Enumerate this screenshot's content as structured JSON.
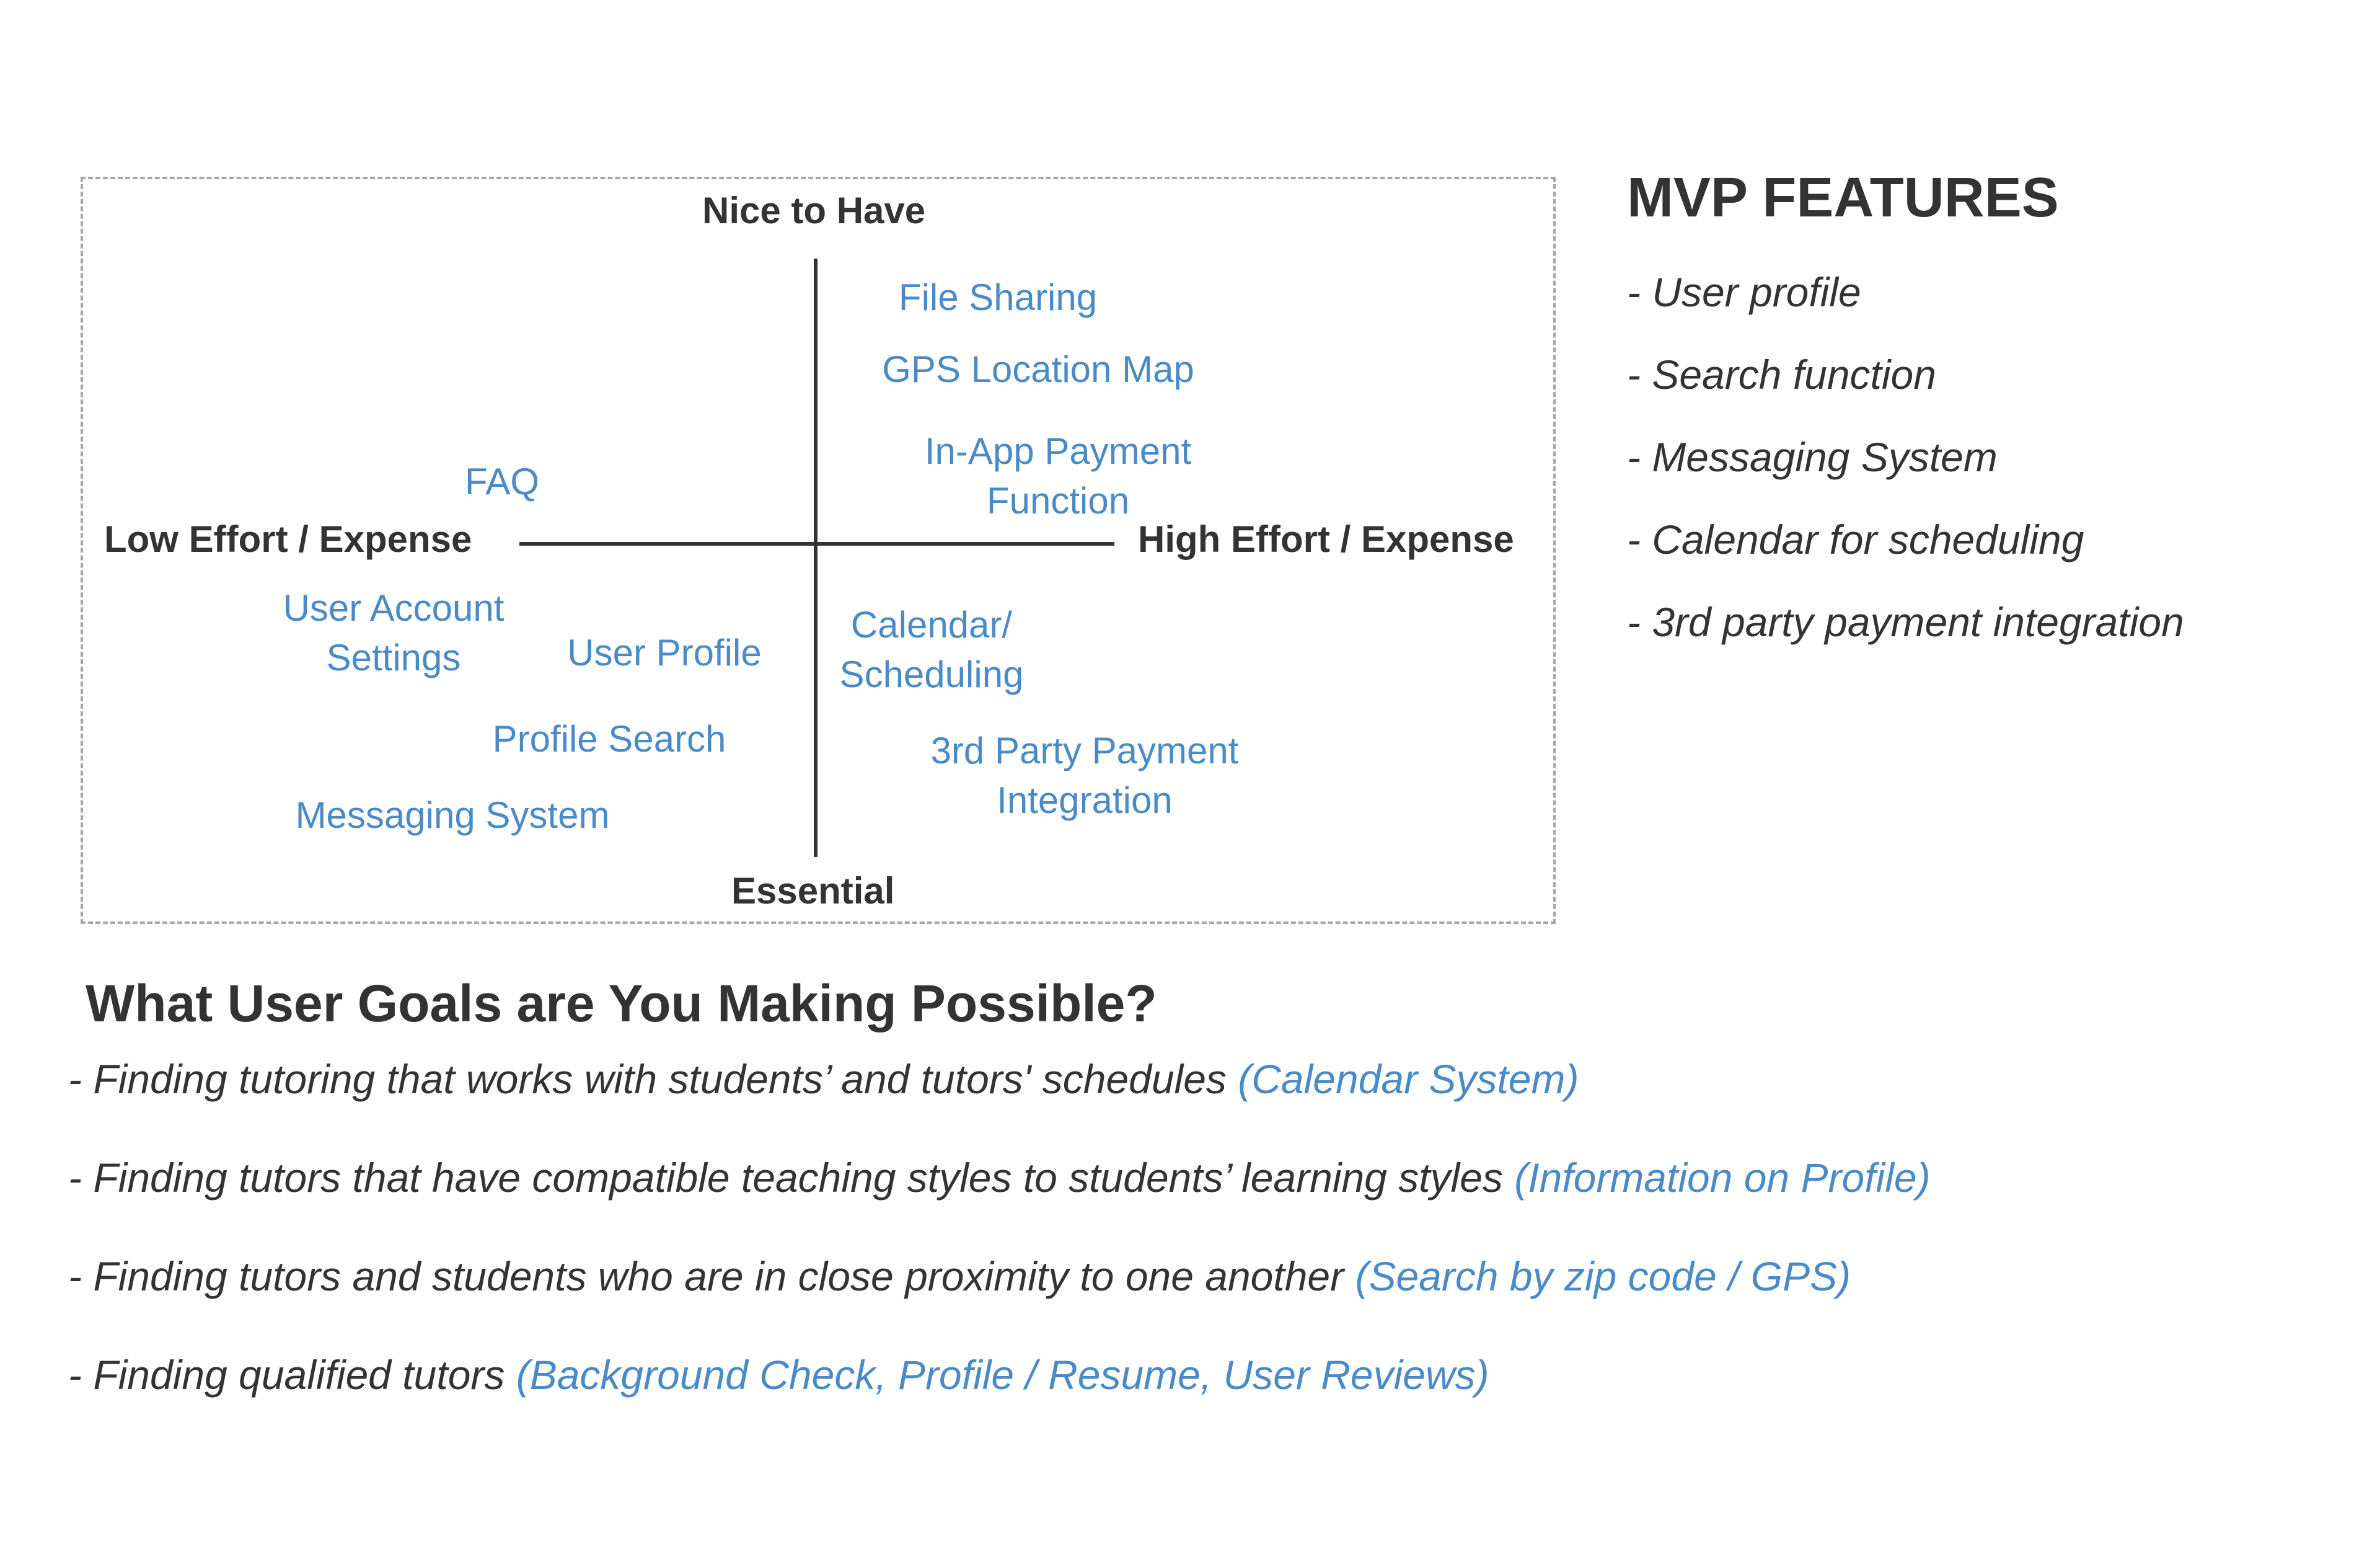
{
  "matrix": {
    "axis_top": "Nice to Have",
    "axis_bottom": "Essential",
    "axis_left": "Low Effort / Expense",
    "axis_right": "High Effort / Expense",
    "features": {
      "file_sharing": "File Sharing",
      "gps_location_map": "GPS Location Map",
      "in_app_payment_line1": "In-App Payment",
      "in_app_payment_line2": "Function",
      "faq": "FAQ",
      "user_account_line1": "User Account",
      "user_account_line2": "Settings",
      "user_profile": "User Profile",
      "calendar_line1": "Calendar/",
      "calendar_line2": "Scheduling",
      "profile_search": "Profile Search",
      "third_party_line1": "3rd Party Payment",
      "third_party_line2": "Integration",
      "messaging_system": "Messaging System"
    }
  },
  "mvp": {
    "title": "MVP FEATURES",
    "items": [
      "- User profile",
      "- Search function",
      "- Messaging System",
      "- Calendar for scheduling",
      "- 3rd party payment integration"
    ]
  },
  "goals": {
    "title": "What User Goals are You Making Possible?",
    "items": [
      {
        "text": "- Finding tutoring that works with students’ and tutors' schedules ",
        "note": "(Calendar System)"
      },
      {
        "text": "- Finding tutors that have compatible teaching styles to students’ learning styles ",
        "note": "(Information on Profile)"
      },
      {
        "text": "- Finding tutors and students who are in close proximity to one another ",
        "note": "(Search by zip code / GPS)"
      },
      {
        "text": "- Finding qualified tutors ",
        "note": "(Background Check, Profile / Resume, User Reviews)"
      }
    ]
  },
  "colors": {
    "text": "#333333",
    "accent": "#4a8ac6",
    "border": "#a6a6a6"
  }
}
